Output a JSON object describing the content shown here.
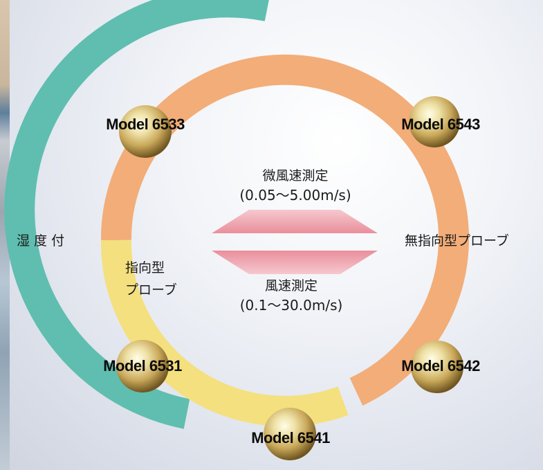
{
  "center": {
    "low_speed": {
      "title": "微風速測定",
      "range": "(0.05～5.00m/s)"
    },
    "speed": {
      "title": "風速測定",
      "range": "(0.1～30.0m/s)"
    }
  },
  "labels": {
    "humidity": "湿 度 付",
    "omnidirectional": "無指向型プローブ",
    "directional_line1": "指向型",
    "directional_line2": "プローブ"
  },
  "models": {
    "m6533": "Model 6533",
    "m6543": "Model 6543",
    "m6531": "Model 6531",
    "m6542": "Model 6542",
    "m6541": "Model 6541"
  },
  "colors": {
    "teal_ring": "#5fbeb0",
    "orange_ring": "#f3ad78",
    "yellow_ring": "#f4e07e",
    "pink_arrow": "#ec9ca6"
  }
}
